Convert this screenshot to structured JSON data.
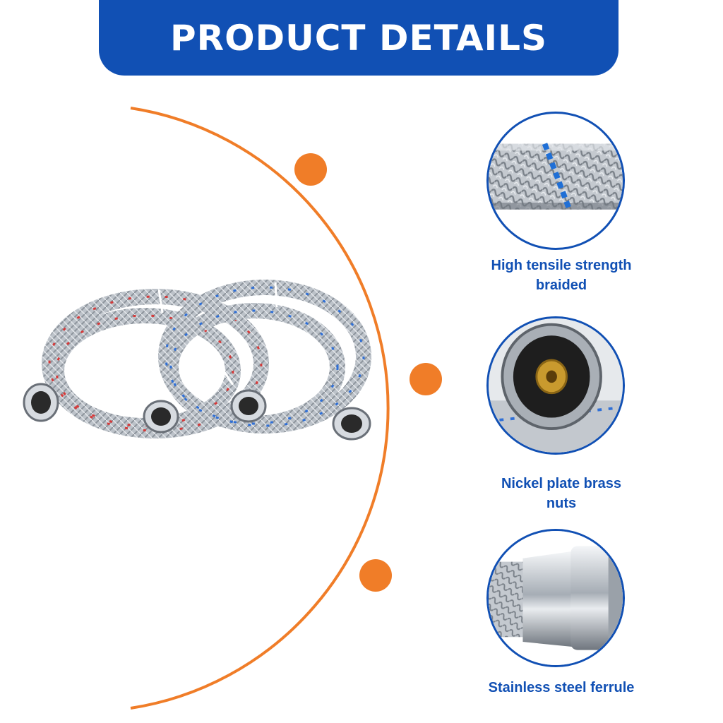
{
  "header": {
    "title": "PRODUCT DETAILS"
  },
  "colors": {
    "brand_blue": "#1150b4",
    "accent_orange": "#f07d28",
    "steel": "#b8bec6"
  },
  "product": {
    "image": "braided-hoses-pair-icon"
  },
  "features": [
    {
      "icon": "braided-hose-closeup-icon",
      "caption_line1": "High tensile strength",
      "caption_line2": "braided"
    },
    {
      "icon": "brass-nut-closeup-icon",
      "caption_line1": "Nickel plate brass",
      "caption_line2": "nuts"
    },
    {
      "icon": "steel-ferrule-closeup-icon",
      "caption_line1": "Stainless steel ferrule",
      "caption_line2": ""
    }
  ]
}
